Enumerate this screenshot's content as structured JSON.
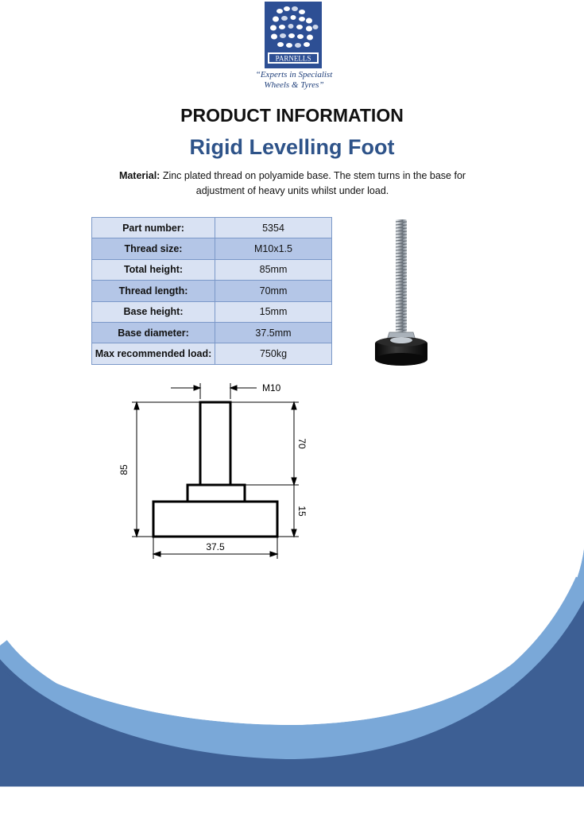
{
  "brand": {
    "name": "PARNELLS",
    "tagline_line1": "“Experts in Specialist",
    "tagline_line2": "Wheels & Tyres”",
    "colors": {
      "navy": "#2e5389",
      "panel": "#2d4f94",
      "light_blue": "#7aa8d8",
      "dark_blue": "#3d5f94"
    },
    "icon": "dot-circle-logo-icon"
  },
  "heading": "PRODUCT INFORMATION",
  "product_name": "Rigid Levelling Foot",
  "material": {
    "label": "Material:",
    "text": " Zinc plated thread on polyamide base. The stem turns in the base for adjustment of heavy units whilst under load."
  },
  "specs": [
    {
      "key": "Part number:",
      "value": "5354"
    },
    {
      "key": "Thread size:",
      "value": "M10x1.5"
    },
    {
      "key": "Total height:",
      "value": "85mm"
    },
    {
      "key": "Thread length:",
      "value": "70mm"
    },
    {
      "key": "Base height:",
      "value": "15mm"
    },
    {
      "key": "Base diameter:",
      "value": "37.5mm"
    },
    {
      "key": "Max recommended load:",
      "value": "750kg"
    }
  ],
  "photo": {
    "icon": "levelling-foot-photo-icon"
  },
  "drawing": {
    "thread_label": "M10",
    "total_height_label": "85",
    "thread_length_label": "70",
    "base_height_label": "15",
    "base_diameter_label": "37.5"
  }
}
